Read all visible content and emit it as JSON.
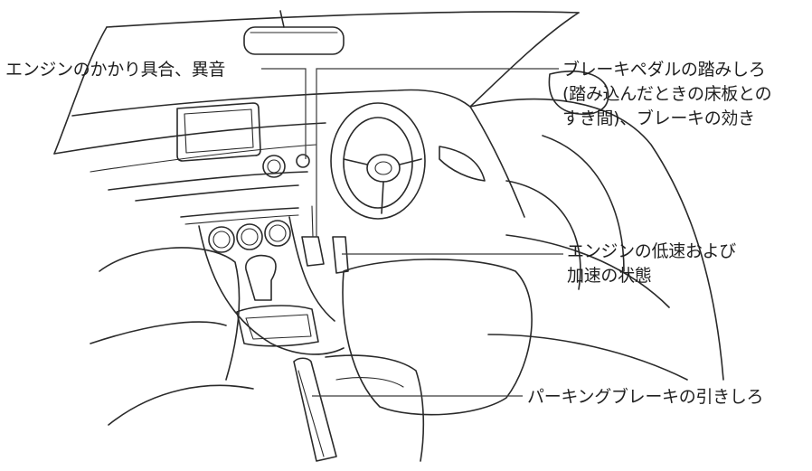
{
  "labels": {
    "engine_start": "エンジンのかかり具合、異音",
    "brake_pedal": [
      "ブレーキペダルの踏みしろ",
      "(踏み込んだときの床板との",
      "すき間)、ブレーキの効き"
    ],
    "engine_speed": [
      "エンジンの低速および",
      "加速の状態"
    ],
    "parking_brake": "パーキングブレーキの引きしろ"
  },
  "colors": {
    "line": "#2a2a2a",
    "text": "#1f1f1f",
    "background": "#ffffff"
  }
}
